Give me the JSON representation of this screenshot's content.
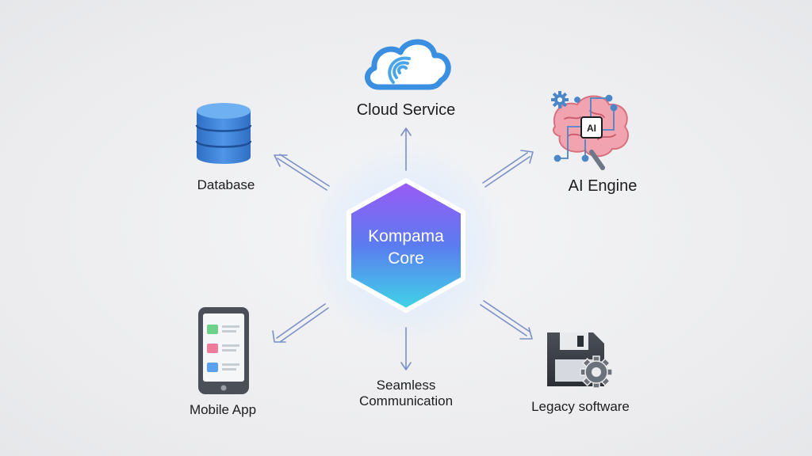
{
  "core": {
    "line1": "Kompama",
    "line2": "Core"
  },
  "nodes": {
    "cloud": {
      "label": "Cloud Service",
      "icon": "cloud-icon"
    },
    "database": {
      "label": "Database",
      "icon": "database-icon"
    },
    "ai": {
      "label": "AI Engine",
      "icon": "brain-chip-icon",
      "chip_text": "AI"
    },
    "mobile": {
      "label": "Mobile App",
      "icon": "smartphone-icon"
    },
    "comm": {
      "line1": "Seamless",
      "line2": "Communication"
    },
    "legacy": {
      "label": "Legacy software",
      "icon": "floppy-gear-icon"
    }
  },
  "colors": {
    "core_gradient": [
      "#9b59f5",
      "#5b7cf0",
      "#3fd6e6"
    ],
    "arrow": "#7a90c8",
    "database": "#3d7fd6",
    "cloud": "#3a8fe0",
    "brain": "#f2a3b0",
    "circuit": "#4a86c8"
  }
}
